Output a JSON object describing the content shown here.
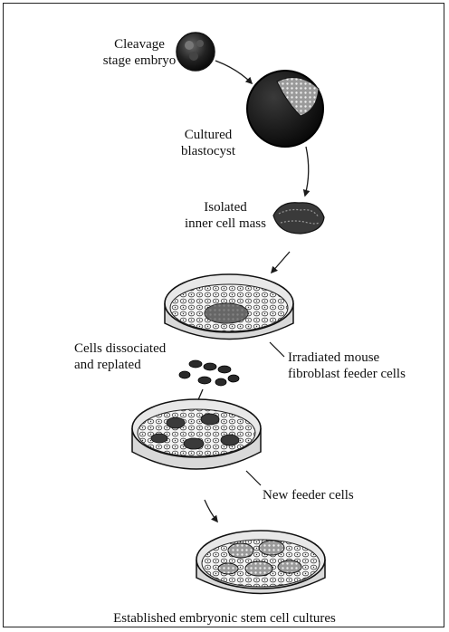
{
  "labels": {
    "cleavage": [
      "Cleavage",
      "stage embryo"
    ],
    "blastocyst": [
      "Cultured",
      "blastocyst"
    ],
    "icm": [
      "Isolated",
      "inner cell mass"
    ],
    "dissociated": [
      "Cells dissociated",
      "and replated"
    ],
    "irradiated": [
      "Irradiated mouse",
      "fibroblast feeder cells"
    ],
    "new_feeder": "New feeder cells",
    "established": "Established embryonic stem cell cultures"
  },
  "colors": {
    "ink": "#1a1a1a",
    "shade": "#555555",
    "border": "#222222"
  }
}
